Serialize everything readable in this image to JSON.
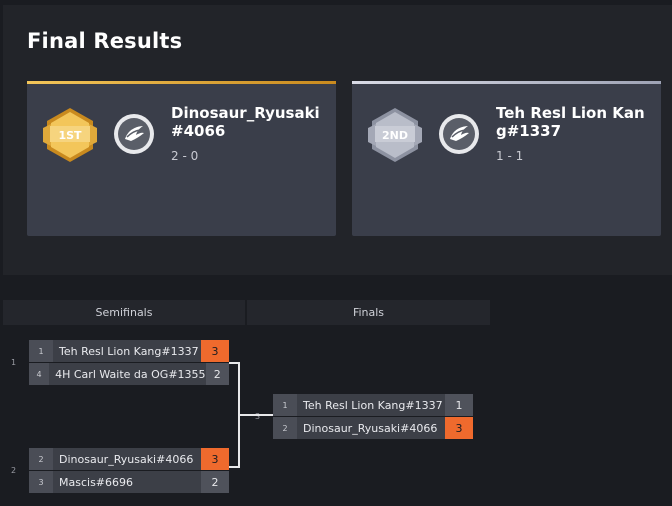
{
  "results": {
    "title": "Final Results",
    "first": {
      "medal_label": "1ST",
      "team_name": "Dinosaur_Ryusaki #4066",
      "score": "2 - 0"
    },
    "second": {
      "medal_label": "2ND",
      "team_name": "Teh Resl Lion Kang#1337",
      "score": "1 - 1"
    }
  },
  "bracket": {
    "rounds": [
      "Semifinals",
      "Finals"
    ],
    "matches": [
      {
        "number": "1",
        "slots": [
          {
            "seed": "1",
            "name": "Teh Resl Lion Kang#1337",
            "score": "3"
          },
          {
            "seed": "4",
            "name": "4H Carl Waite da OG#1355",
            "score": "2"
          }
        ]
      },
      {
        "number": "2",
        "slots": [
          {
            "seed": "2",
            "name": "Dinosaur_Ryusaki#4066",
            "score": "3"
          },
          {
            "seed": "3",
            "name": "Mascis#6696",
            "score": "2"
          }
        ]
      },
      {
        "number": "3",
        "slots": [
          {
            "seed": "1",
            "name": "Teh Resl Lion Kang#1337",
            "score": "1"
          },
          {
            "seed": "2",
            "name": "Dinosaur_Ryusaki#4066",
            "score": "3"
          }
        ]
      }
    ]
  },
  "colors": {
    "win": "#ef6a2d",
    "gold": "#f3c65a",
    "silver": "#c9ccd6",
    "card": "#3a3e4a"
  }
}
